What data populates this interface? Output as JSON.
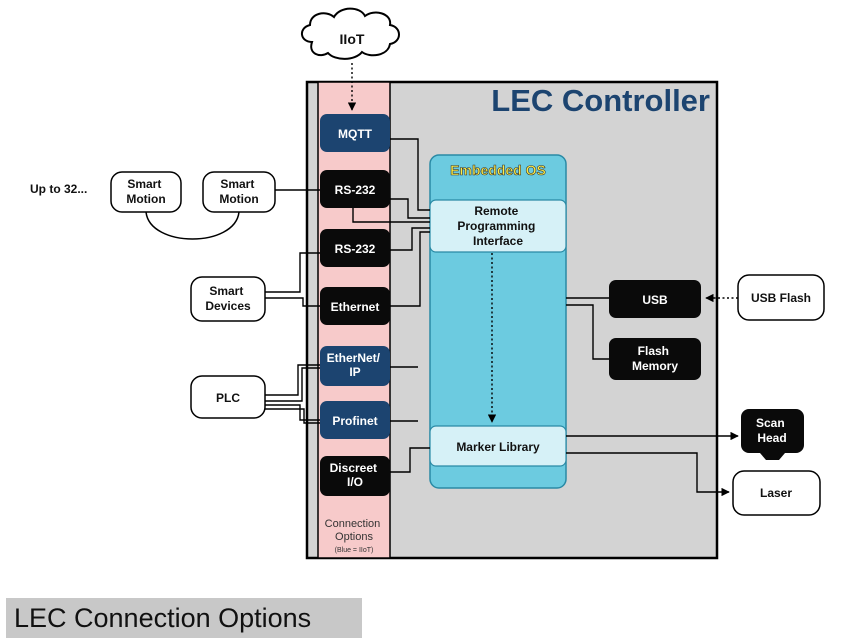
{
  "controller_title": "LEC Controller",
  "caption": "LEC Connection Options",
  "cloud_label": "IIoT",
  "up_to_label": "Up to 32...",
  "smart_motion_1": [
    "Smart",
    "Motion"
  ],
  "smart_motion_2": [
    "Smart",
    "Motion"
  ],
  "smart_devices": [
    "Smart",
    "Devices"
  ],
  "plc": "PLC",
  "ports": {
    "mqtt": [
      "MQTT"
    ],
    "rs232_a": [
      "RS-232"
    ],
    "rs232_b": [
      "RS-232"
    ],
    "ethernet": [
      "Ethernet"
    ],
    "ethernetip": [
      "EtherNet/",
      "IP"
    ],
    "profinet": [
      "Profinet"
    ],
    "discreet_io": [
      "Discreet",
      "I/O"
    ]
  },
  "connection_options": [
    "Connection",
    "Options"
  ],
  "connection_legend": "(Blue = IIoT)",
  "embedded_os": "Embedded OS",
  "remote_programming": [
    "Remote",
    "Programming",
    "Interface"
  ],
  "marker_library": "Marker Library",
  "usb": "USB",
  "flash_memory": [
    "Flash",
    "Memory"
  ],
  "usb_flash": "USB Flash",
  "scan_head": [
    "Scan",
    "Head"
  ],
  "laser": "Laser",
  "colors": {
    "iiot_port": "#1c4470",
    "standard_port": "#0a0a0a",
    "connection_strip": "#f7caca",
    "controller_bg": "#d3d3d3",
    "embedded_os": "#6ccbe0",
    "embedded_os_label": "#ffee44",
    "inner_box": "#d6f1f7",
    "title": "#1c4470"
  }
}
